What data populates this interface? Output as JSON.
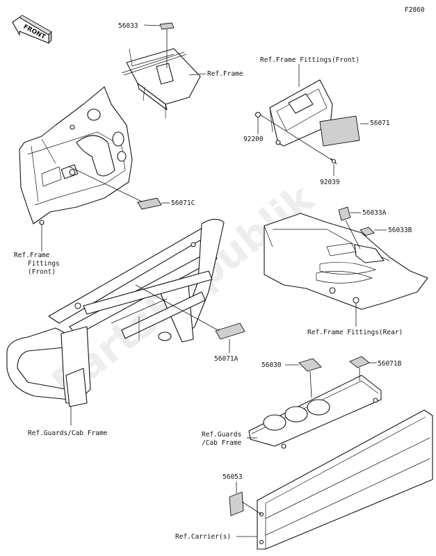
{
  "diagram_code": "F2860",
  "front_arrow_text": "FRONT",
  "watermark": "PartsRepublik",
  "callouts": {
    "p56033": "56033",
    "ref_frame": "Ref.Frame",
    "ref_frame_fittings_front_top": "Ref.Frame Fittings(Front)",
    "p56071": "56071",
    "p92200": "92200",
    "p92039": "92039",
    "p56071c": "56071C",
    "ref_frame_fittings_left_1": "Ref.Frame",
    "ref_frame_fittings_left_2": "Fittings",
    "ref_frame_fittings_left_3": "(Front)",
    "p56033a": "56033A",
    "p56033b": "56033B",
    "ref_frame_fittings_rear": "Ref.Frame Fittings(Rear)",
    "p56071a": "56071A",
    "p56030": "56030",
    "p56071b": "56071B",
    "ref_guards_cab_frame_bottom": "Ref.Guards/Cab Frame",
    "ref_guards_1": "Ref.Guards",
    "ref_guards_2": "/Cab Frame",
    "p56053": "56053",
    "ref_carrier": "Ref.Carrier(s)"
  },
  "icons": [
    "front-arrow-icon"
  ]
}
